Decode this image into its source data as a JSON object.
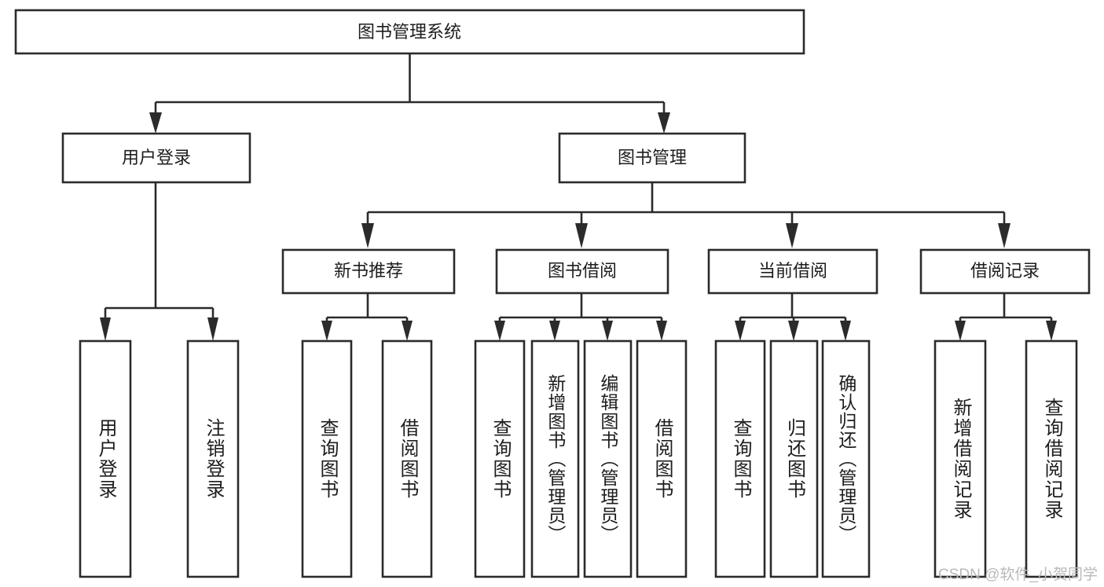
{
  "diagram": {
    "title": "图书管理系统",
    "type": "tree-hierarchy-chart",
    "colors": {
      "box_stroke": "#2b2b2b",
      "box_fill": "#ffffff",
      "connector": "#2b2b2b",
      "text": "#1d1d1d",
      "watermark": "#b9b9b9",
      "background": "#ffffff"
    },
    "root": {
      "label": "图书管理系统"
    },
    "level2": [
      {
        "id": "user-login",
        "label": "用户登录"
      },
      {
        "id": "book-manage",
        "label": "图书管理"
      }
    ],
    "level3": [
      {
        "id": "new-book-recommend",
        "label": "新书推荐"
      },
      {
        "id": "book-borrow",
        "label": "图书借阅"
      },
      {
        "id": "current-borrow",
        "label": "当前借阅"
      },
      {
        "id": "borrow-record",
        "label": "借阅记录"
      }
    ],
    "leaves": {
      "user_login": [
        {
          "id": "leaf-user-login",
          "label": "用户登录"
        },
        {
          "id": "leaf-logout-login",
          "label": "注销登录"
        }
      ],
      "new_book_recommend": [
        {
          "id": "leaf-query-book-1",
          "label": "查询图书"
        },
        {
          "id": "leaf-borrow-book-1",
          "label": "借阅图书"
        }
      ],
      "book_borrow": [
        {
          "id": "leaf-query-book-2",
          "label": "查询图书"
        },
        {
          "id": "leaf-add-book",
          "label": "新增图书（管理员）"
        },
        {
          "id": "leaf-edit-book",
          "label": "编辑图书（管理员）"
        },
        {
          "id": "leaf-borrow-book-2",
          "label": "借阅图书"
        }
      ],
      "current_borrow": [
        {
          "id": "leaf-query-book-3",
          "label": "查询图书"
        },
        {
          "id": "leaf-return-book",
          "label": "归还图书"
        },
        {
          "id": "leaf-confirm-return",
          "label": "确认归还（管理员）"
        }
      ],
      "borrow_record": [
        {
          "id": "leaf-add-borrow-record",
          "label": "新增借阅记录"
        },
        {
          "id": "leaf-query-borrow-record",
          "label": "查询借阅记录"
        }
      ]
    },
    "watermark": "CSDN @软件_小贺同学"
  }
}
